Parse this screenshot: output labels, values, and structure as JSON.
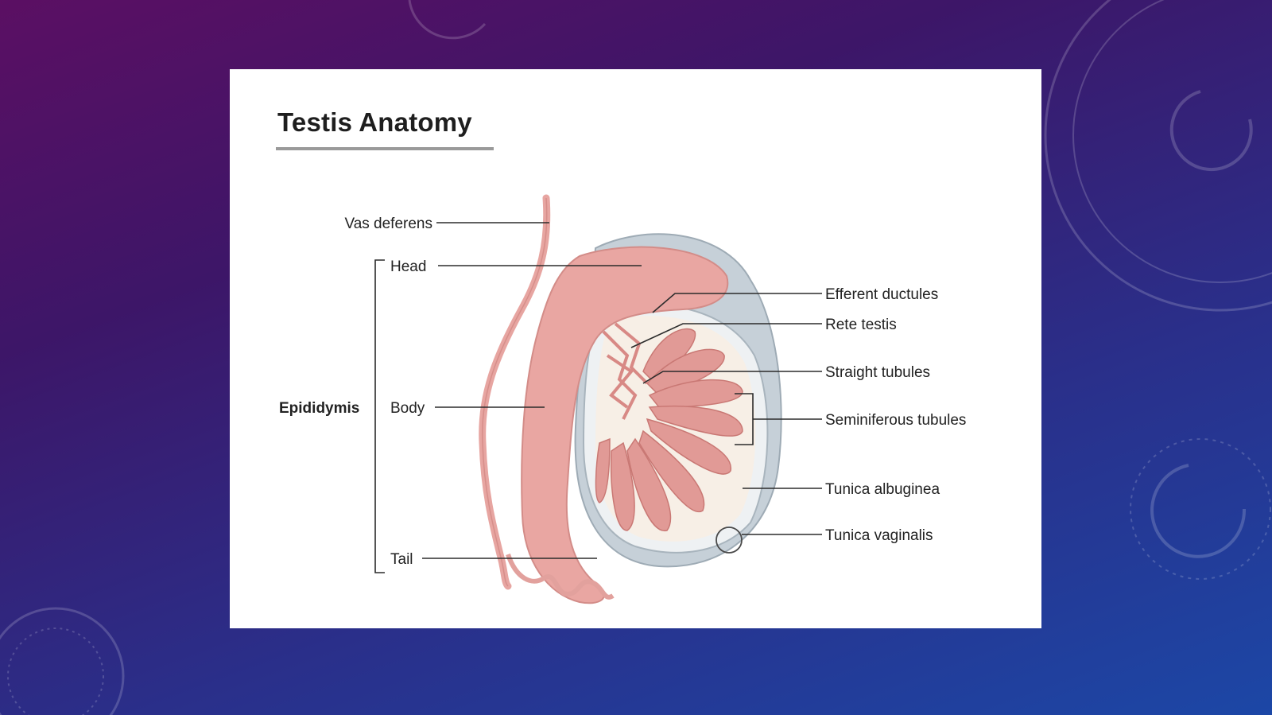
{
  "slide": {
    "title": "Testis Anatomy"
  },
  "diagram": {
    "labels": {
      "vas_deferens": "Vas deferens",
      "head": "Head",
      "epididymis": "Epididymis",
      "body": "Body",
      "tail": "Tail",
      "efferent_ductules": "Efferent ductules",
      "rete_testis": "Rete testis",
      "straight_tubules": "Straight tubules",
      "seminiferous_tubules": "Seminiferous tubules",
      "tunica_albuginea": "Tunica albuginea",
      "tunica_vaginalis": "Tunica vaginalis"
    }
  },
  "colors": {
    "background_top": "#5b0f63",
    "background_bottom": "#1c47a6",
    "tissue_pink": "#e9a6a2",
    "tubule_pink": "#d98b88",
    "capsule_gray": "#b7c3cc",
    "interior_cream": "#f7efe6"
  }
}
